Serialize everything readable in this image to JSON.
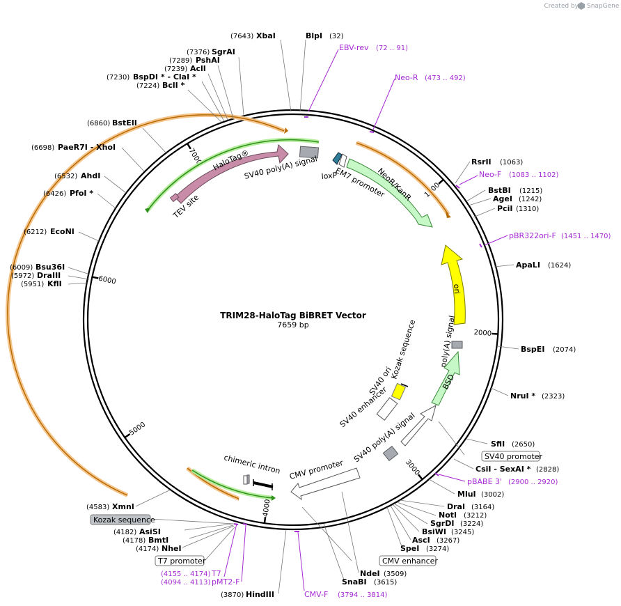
{
  "credit": {
    "prefix": "Created by",
    "brand": "SnapGene"
  },
  "map": {
    "title": "TRIM28-HaloTag BiBRET Vector",
    "length": "7659 bp",
    "ticks": [
      {
        "label": "1000",
        "pos": 1000
      },
      {
        "label": "2000",
        "pos": 2000
      },
      {
        "label": "3000",
        "pos": 3000
      },
      {
        "label": "4000",
        "pos": 4000
      },
      {
        "label": "5000",
        "pos": 5000
      },
      {
        "label": "6000",
        "pos": 6000
      },
      {
        "label": "7000",
        "pos": 7000
      }
    ]
  },
  "sites": [
    {
      "name": "XbaI",
      "pos": "(7643)"
    },
    {
      "name": "BlpI",
      "pos": "(32)"
    },
    {
      "name": "SgrAI",
      "pos": "(7376)"
    },
    {
      "name": "PshAI",
      "pos": "(7289)"
    },
    {
      "name": "AclI",
      "pos": "(7239)"
    },
    {
      "name": "BspDI * - ClaI *",
      "pos": "(7230)"
    },
    {
      "name": "BclI *",
      "pos": "(7224)"
    },
    {
      "name": "BstEII",
      "pos": "(6860)"
    },
    {
      "name": "PaeR7I - XhoI",
      "pos": "(6698)"
    },
    {
      "name": "AhdI",
      "pos": "(6532)"
    },
    {
      "name": "PfoI *",
      "pos": "(6426)"
    },
    {
      "name": "EcoNI",
      "pos": "(6212)"
    },
    {
      "name": "Bsu36I",
      "pos": "(6009)"
    },
    {
      "name": "DraIII",
      "pos": "(5972)"
    },
    {
      "name": "KflI",
      "pos": "(5951)"
    },
    {
      "name": "RsrII",
      "pos": "(1063)"
    },
    {
      "name": "BstBI",
      "pos": "(1215)"
    },
    {
      "name": "AgeI",
      "pos": "(1242)"
    },
    {
      "name": "PciI",
      "pos": "(1310)"
    },
    {
      "name": "ApaLI",
      "pos": "(1624)"
    },
    {
      "name": "BspEI",
      "pos": "(2074)"
    },
    {
      "name": "NruI *",
      "pos": "(2323)"
    },
    {
      "name": "SfiI",
      "pos": "(2650)"
    },
    {
      "name": "CsiI - SexAI *",
      "pos": "(2828)"
    },
    {
      "name": "MluI",
      "pos": "(3002)"
    },
    {
      "name": "DraI",
      "pos": "(3164)"
    },
    {
      "name": "NotI",
      "pos": "(3212)"
    },
    {
      "name": "SgrDI",
      "pos": "(3224)"
    },
    {
      "name": "BsiWI",
      "pos": "(3245)"
    },
    {
      "name": "AscI",
      "pos": "(3267)"
    },
    {
      "name": "SpeI",
      "pos": "(3274)"
    },
    {
      "name": "NdeI",
      "pos": "(3509)"
    },
    {
      "name": "SnaBI",
      "pos": "(3615)"
    },
    {
      "name": "HindIII",
      "pos": "(3870)"
    },
    {
      "name": "XmnI",
      "pos": "(4583)"
    },
    {
      "name": "AsiSI",
      "pos": "(4182)"
    },
    {
      "name": "BmtI",
      "pos": "(4178)"
    },
    {
      "name": "NheI",
      "pos": "(4174)"
    }
  ],
  "boxed_labels": [
    "Kozak sequence",
    "T7 promoter",
    "SV40 promoter",
    "CMV enhancer"
  ],
  "primers": [
    {
      "name": "EBV-rev",
      "range": "(72 .. 91)"
    },
    {
      "name": "Neo-R",
      "range": "(473 .. 492)"
    },
    {
      "name": "Neo-F",
      "range": "(1083 .. 1102)"
    },
    {
      "name": "pBR322ori-F",
      "range": "(1451 .. 1470)"
    },
    {
      "name": "pBABE 3'",
      "range": "(2900 .. 2920)"
    },
    {
      "name": "T7",
      "range": "(4155 .. 4174)"
    },
    {
      "name": "pMT2-F",
      "range": "(4094 .. 4113)"
    },
    {
      "name": "CMV-F",
      "range": "(3794 .. 3814)"
    }
  ],
  "features": {
    "halotag": "HaloTag®",
    "sv40_polya_top": "SV40 poly(A) signal",
    "tev": "TEV site",
    "loxp": "loxP",
    "em7": "EM7 promoter",
    "neokan": "NeoR/KanR",
    "ori": "ori",
    "polya": "poly(A) signal",
    "bsd": "BSD",
    "kozak": "Kozak sequence",
    "sv40ori": "SV40 ori",
    "sv40enh": "SV40 enhancer",
    "sv40polya_low": "SV40 poly(A) signal",
    "cmvprom": "CMV promoter",
    "intron": "chimeric intron"
  },
  "colors": {
    "backbone": "#000000",
    "orange_band": "#f4a460",
    "orange_line": "#b86a00",
    "green_band": "#9be27a",
    "green_line": "#2f8f1c",
    "halotag": "#c98ca8",
    "neokan": "#c6f7c6",
    "ori": "#ffff00",
    "primer": "#a52ad4",
    "grey_box": "#a6a9b0"
  }
}
